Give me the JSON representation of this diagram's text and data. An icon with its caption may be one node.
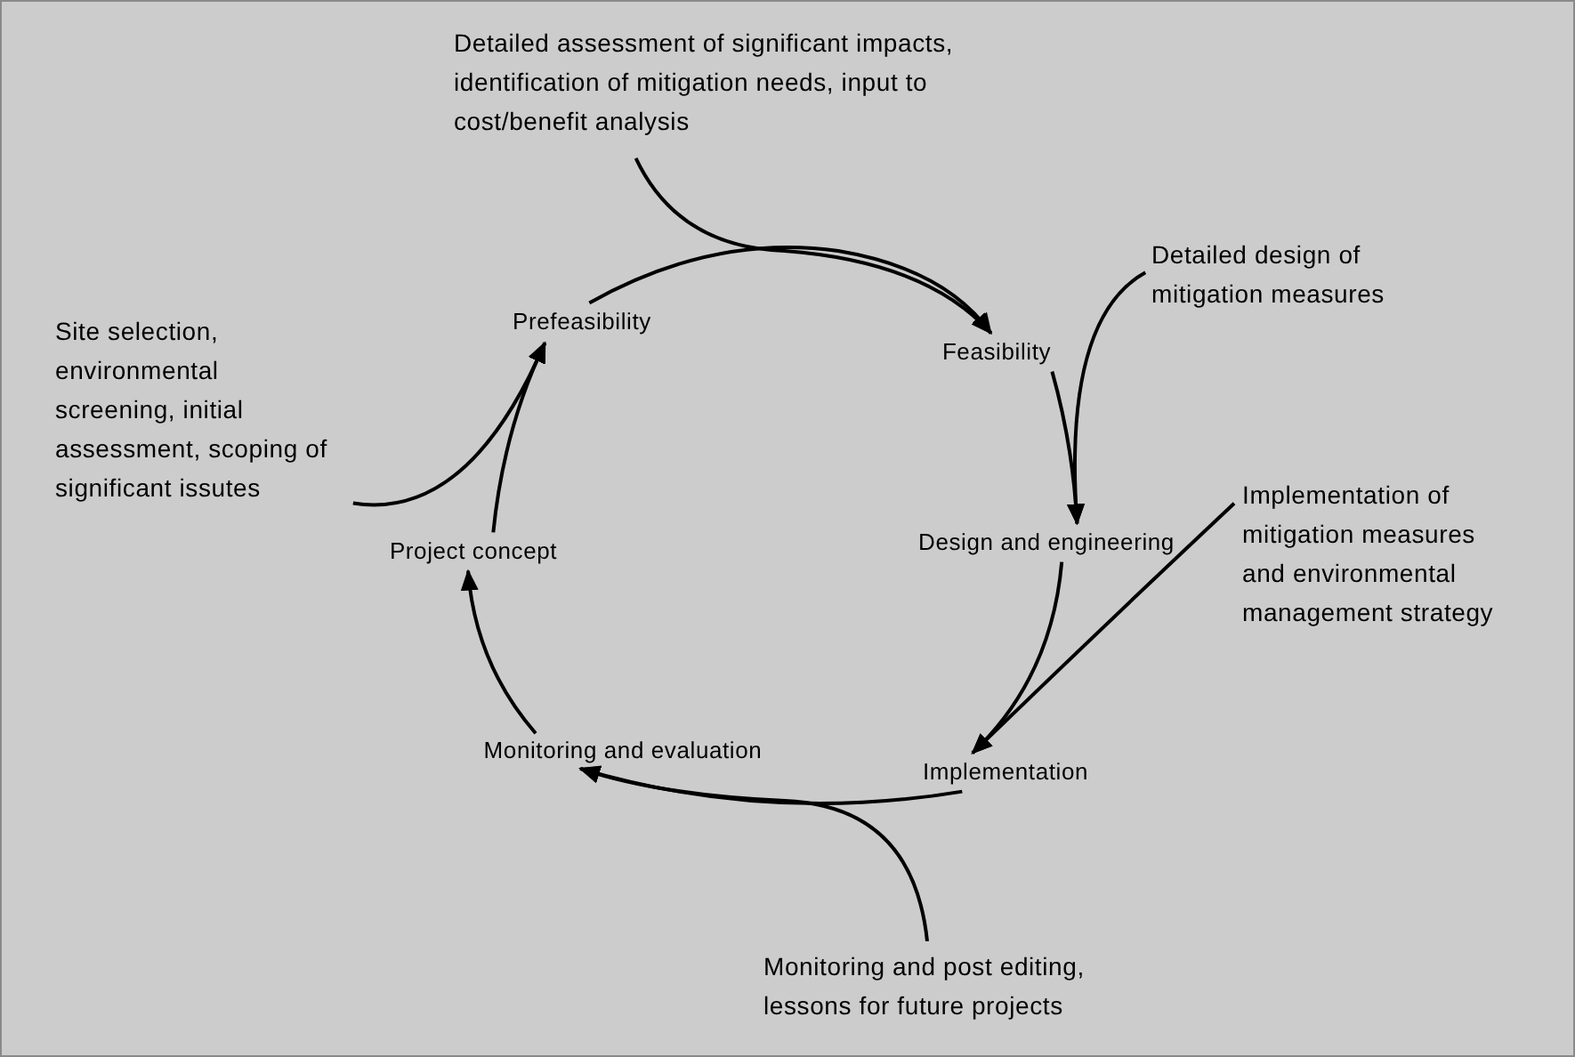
{
  "diagram": {
    "nodes": [
      {
        "text": [
          "Prefeasibility"
        ]
      },
      {
        "text": [
          "Feasibility"
        ]
      },
      {
        "text": [
          "Design and engineering"
        ]
      },
      {
        "text": [
          "Implementation"
        ]
      },
      {
        "text": [
          "Monitoring and evaluation"
        ]
      },
      {
        "text": [
          "Project concept"
        ]
      },
      {
        "text": [
          "Detailed assessment of significant impacts, identification of mitigation needs, input to cost/benefit analysis"
        ]
      },
      {
        "text": [
          "Detailed design of mitigation measures"
        ]
      },
      {
        "text": [
          "Site selection, environmental screening, initial assessment, scoping of significant issutes"
        ]
      },
      {
        "text": [
          "Implementation of mitigation measures and environmental management strategy"
        ]
      },
      {
        "text": [
          "Monitoring and post editing, lessons for future projects"
        ]
      }
    ],
    "edges": [
      {
        "from": 0,
        "to": 1,
        "arrow": "to"
      },
      {
        "from": 1,
        "to": 2,
        "arrow": "to"
      },
      {
        "from": 2,
        "to": 3,
        "arrow": "to"
      },
      {
        "from": 3,
        "to": 4,
        "arrow": "to"
      },
      {
        "from": 4,
        "to": 5,
        "arrow": "to"
      },
      {
        "from": 5,
        "to": 0,
        "arrow": "to"
      },
      {
        "from": 6,
        "to": 1,
        "arrow": "to"
      },
      {
        "from": 7,
        "to": 2,
        "arrow": "to"
      },
      {
        "from": 8,
        "to": 0,
        "arrow": "to"
      },
      {
        "from": 9,
        "to": 3,
        "arrow": "to"
      },
      {
        "from": 10,
        "to": 4,
        "arrow": "to"
      }
    ]
  }
}
